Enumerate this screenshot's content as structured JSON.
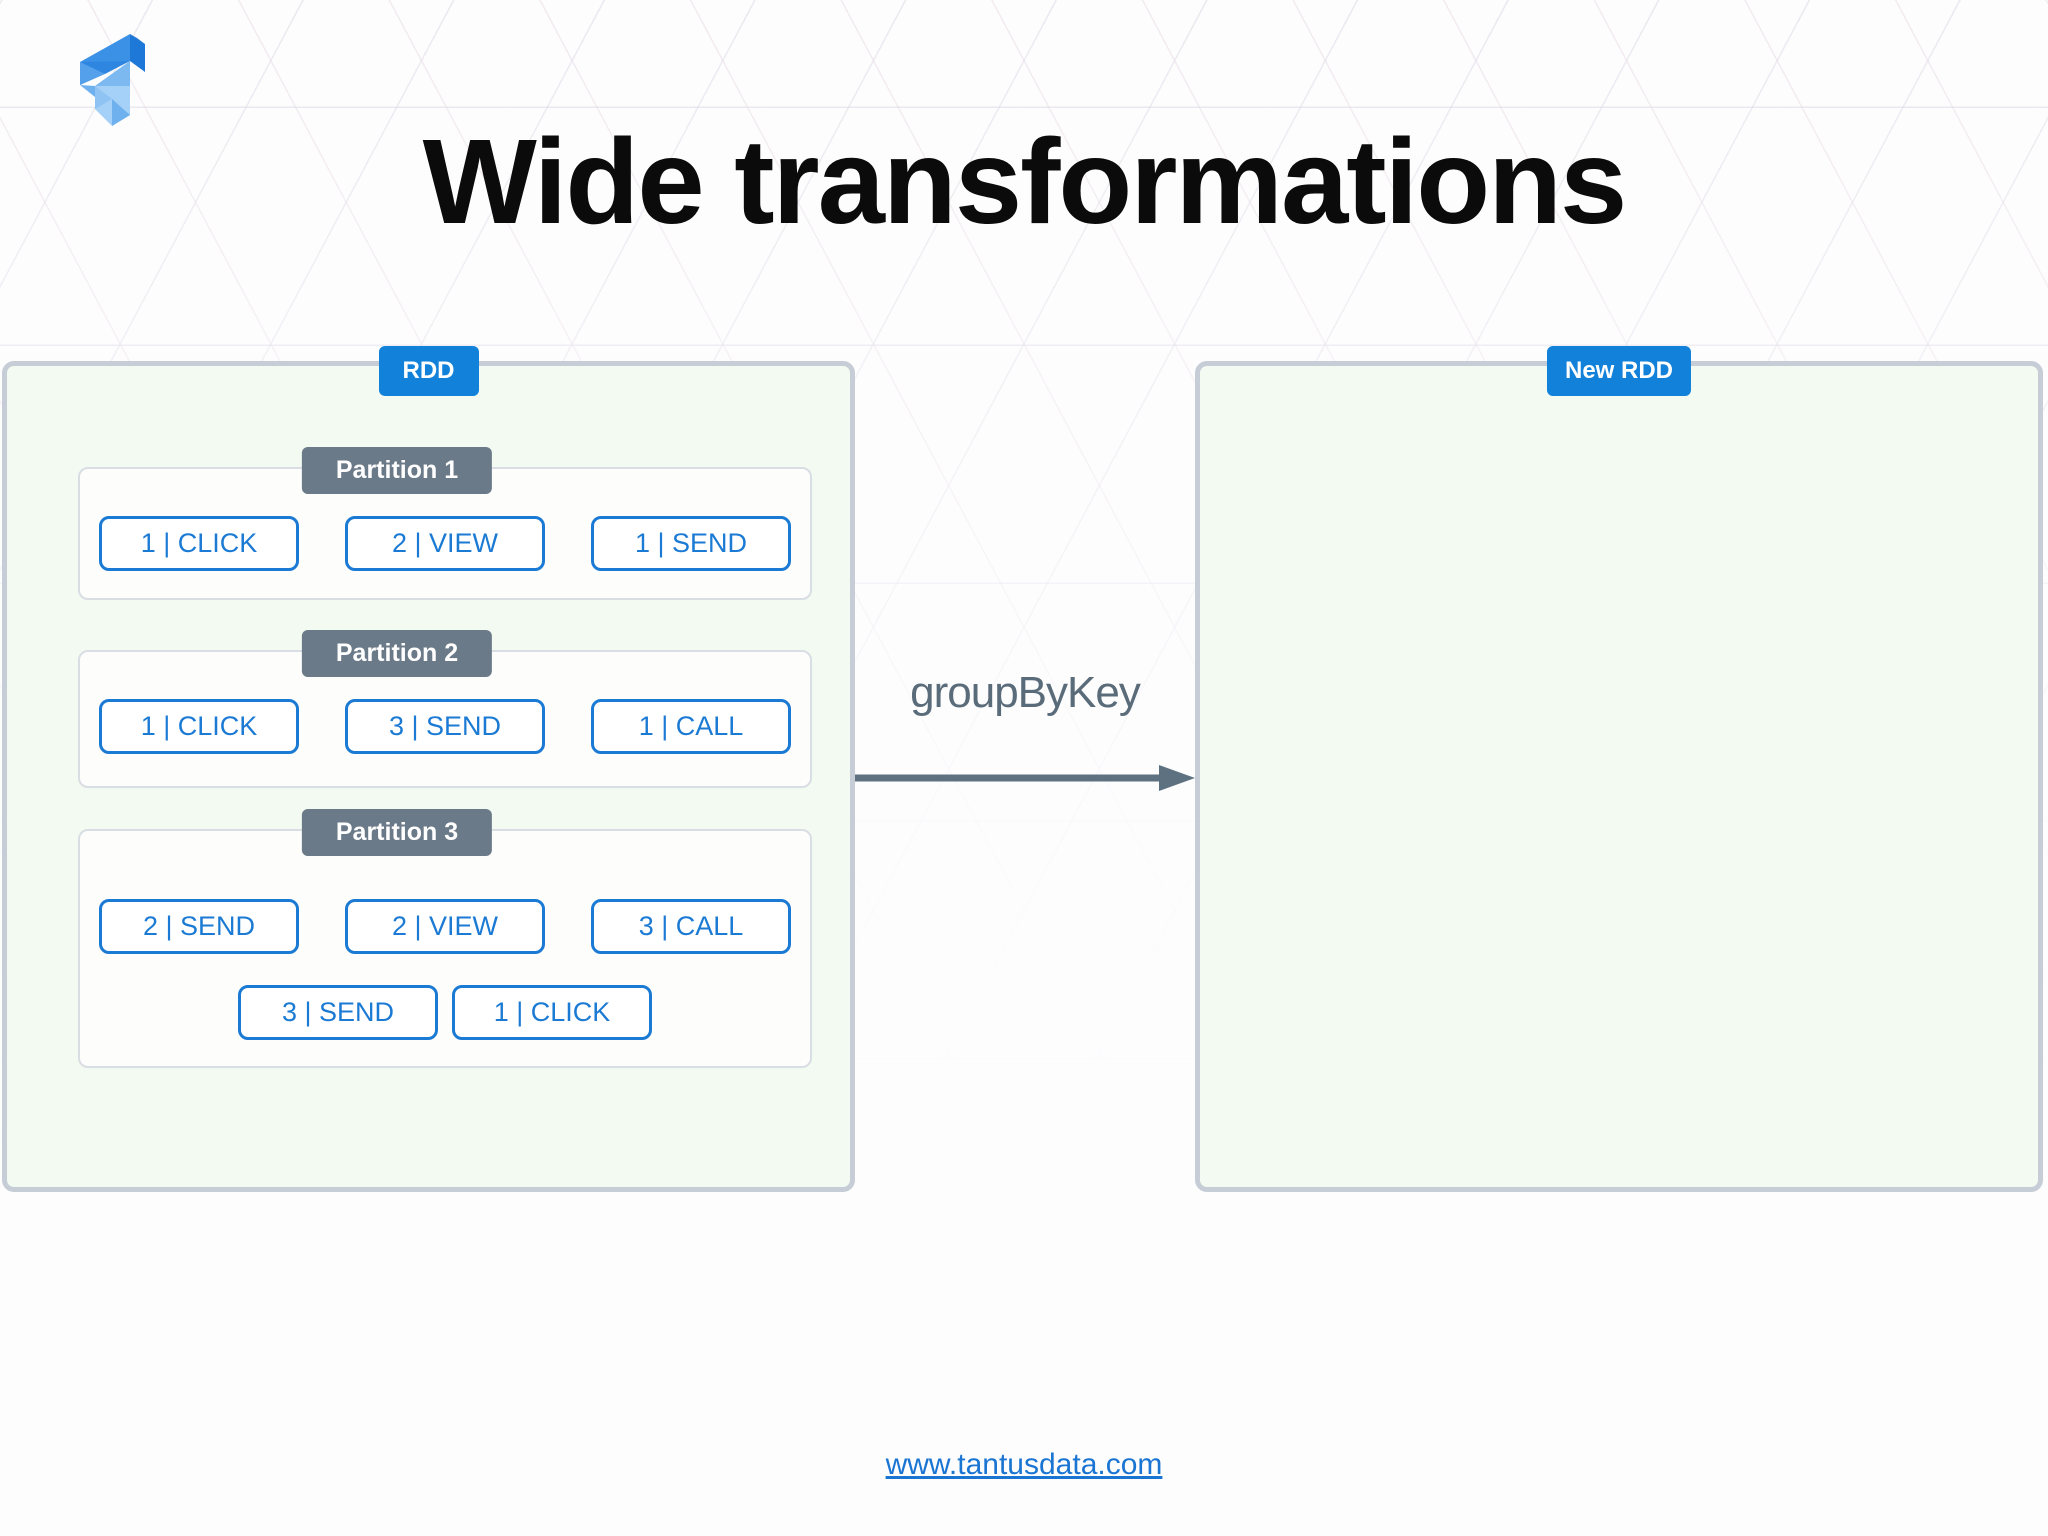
{
  "page": {
    "title": "Wide transformations",
    "footer": {
      "link_text": "www.tantusdata.com"
    }
  },
  "icons": {
    "logo": "tantusdata-logo",
    "arrow": "right-arrow"
  },
  "diagram": {
    "arrow_label": "groupByKey",
    "source_rdd": {
      "badge": "RDD",
      "partitions": [
        {
          "label": "Partition 1",
          "rows": [
            [
              "1 | CLICK",
              "2 | VIEW",
              "1 | SEND"
            ]
          ]
        },
        {
          "label": "Partition 2",
          "rows": [
            [
              "1 | CLICK",
              "3 | SEND",
              "1 | CALL"
            ]
          ]
        },
        {
          "label": "Partition 3",
          "rows": [
            [
              "2 | SEND",
              "2 | VIEW",
              "3 | CALL"
            ],
            [
              "3 | SEND",
              "1 | CLICK"
            ]
          ]
        }
      ]
    },
    "target_rdd": {
      "badge": "New RDD",
      "partitions": []
    }
  },
  "colors": {
    "badge_blue": "#1181da",
    "record_blue": "#1b7ad4",
    "partition_gray": "#6b7a88",
    "arrow_gray": "#5d7181",
    "panel_green": "#f2faf1",
    "panel_border": "#c6cdd6",
    "link_blue": "#1a75d2",
    "title_black": "#0b0b0b"
  }
}
